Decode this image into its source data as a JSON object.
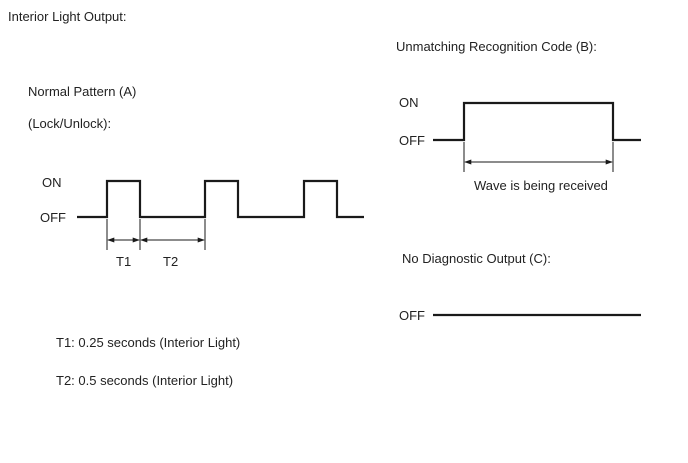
{
  "title": "Interior Light Output:",
  "normal": {
    "heading": "Normal Pattern (A)",
    "subheading": "(Lock/Unlock):",
    "on_label": "ON",
    "off_label": "OFF",
    "t1_label": "T1",
    "t2_label": "T2"
  },
  "unmatching": {
    "heading": "Unmatching Recognition Code (B):",
    "on_label": "ON",
    "off_label": "OFF",
    "wave_label": "Wave is being received"
  },
  "no_output": {
    "heading": "No Diagnostic Output (C):",
    "off_label": "OFF"
  },
  "notes": {
    "t1": "T1: 0.25 seconds (Interior Light)",
    "t2": "T2: 0.5 seconds (Interior Light)"
  },
  "colors": {
    "line": "#1a1a1a",
    "text": "#222222"
  }
}
